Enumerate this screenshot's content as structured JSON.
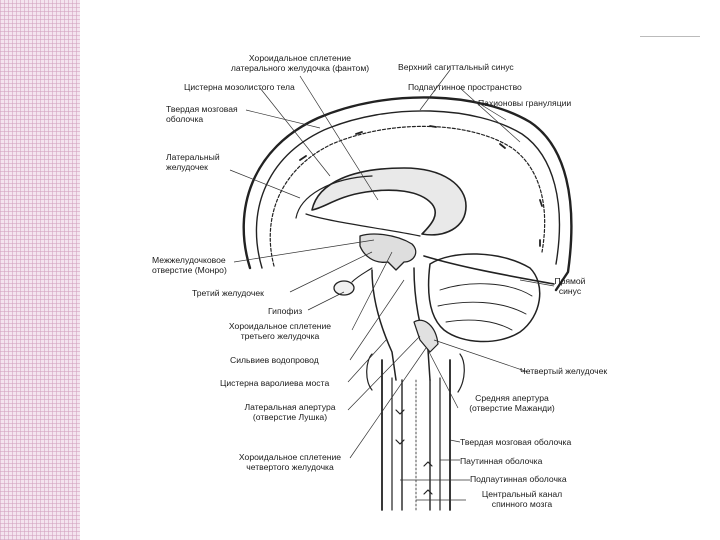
{
  "diagram": {
    "labels": {
      "choroid_lateral_line1": "Хороидальное сплетение",
      "choroid_lateral_line2": "латерального желудочка (фантом)",
      "corpus_callosum_cistern": "Цистерна мозолистого тела",
      "dura_upper_line1": "Твердая мозговая",
      "dura_upper_line2": "оболочка",
      "lateral_ventricle_line1": "Латеральный",
      "lateral_ventricle_line2": "желудочек",
      "interventricular_line1": "Межжелудочковое",
      "interventricular_line2": "отверстие (Монро)",
      "third_ventricle": "Третий желудочек",
      "hypophysis": "Гипофиз",
      "choroid_third_line1": "Хороидальное сплетение",
      "choroid_third_line2": "третьего желудочка",
      "aqueduct": "Сильвиев водопровод",
      "pontine_cistern": "Цистерна вароли­ева моста",
      "lateral_aperture_line1": "Латеральная апертура",
      "lateral_aperture_line2": "(отверстие Лушка)",
      "choroid_fourth_line1": "Хороидальное сплетение",
      "choroid_fourth_line2": "четвертого желудочка",
      "superior_sagittal_sinus": "Верхний сагиттальный синус",
      "subarachnoid_space": "Подпаутинное пространство",
      "pacchionian": "Пахионовы грануляции",
      "straight_sinus_line1": "Прямой",
      "straight_sinus_line2": "синус",
      "fourth_ventricle": "Четвертый желудочек",
      "median_aperture_line1": "Средняя апертура",
      "median_aperture_line2": "(отверстие Мажанди)",
      "dura_spinal": "Твердая мозговая оболочка",
      "arachnoid": "Паутинная оболочка",
      "pia": "Подпаутинная оболочка",
      "central_canal_line1": "Центральный канал",
      "central_canal_line2": "спинного мозга"
    }
  }
}
